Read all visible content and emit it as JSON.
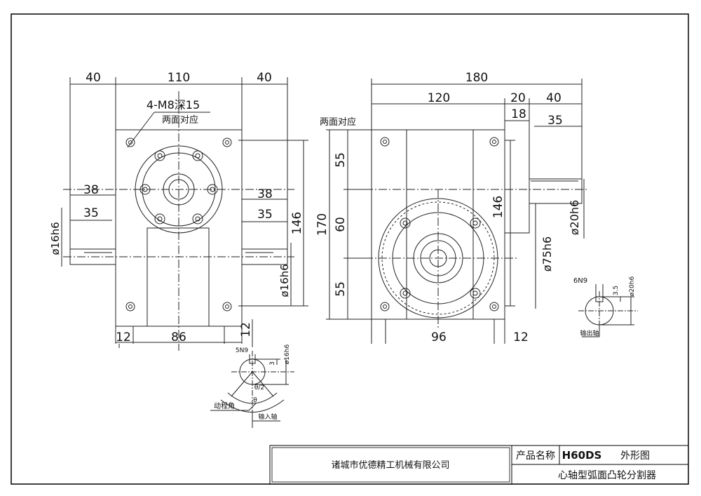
{
  "front_view": {
    "top_dims": [
      "40",
      "110",
      "40"
    ],
    "thread_note": "4-M8深15",
    "opposite_note": "两面对应",
    "side_dims": [
      "38",
      "38",
      "35",
      "35"
    ],
    "shaft_left": "ø16h6",
    "shaft_right": "ø16h6",
    "height": "146",
    "bottom_dims": [
      "12",
      "86",
      "12"
    ]
  },
  "side_view": {
    "top_dims": [
      "180",
      "120",
      "20",
      "40",
      "18",
      "35"
    ],
    "opposite_note": "两面对应",
    "left_dims": [
      "55",
      "60",
      "55",
      "170"
    ],
    "right_dims": [
      "146",
      "ø75h6",
      "ø20h6"
    ],
    "bottom_dims": [
      "96",
      "12"
    ]
  },
  "input_detail": {
    "keyway": "5N9",
    "dia": "ø16h6",
    "depth": "3",
    "angle_label": "θ/2",
    "theta": "θ",
    "motion_label": "动程角",
    "caption": "输入轴"
  },
  "output_detail": {
    "keyway": "6N9",
    "depth": "3.5",
    "dia": "ø20h6",
    "caption": "输出轴"
  },
  "title_block": {
    "company": "诸城市优德精工机械有限公司",
    "name_label": "产品名称",
    "model": "H60DS",
    "view_name": "外形图",
    "product_type": "心轴型弧面凸轮分割器"
  }
}
